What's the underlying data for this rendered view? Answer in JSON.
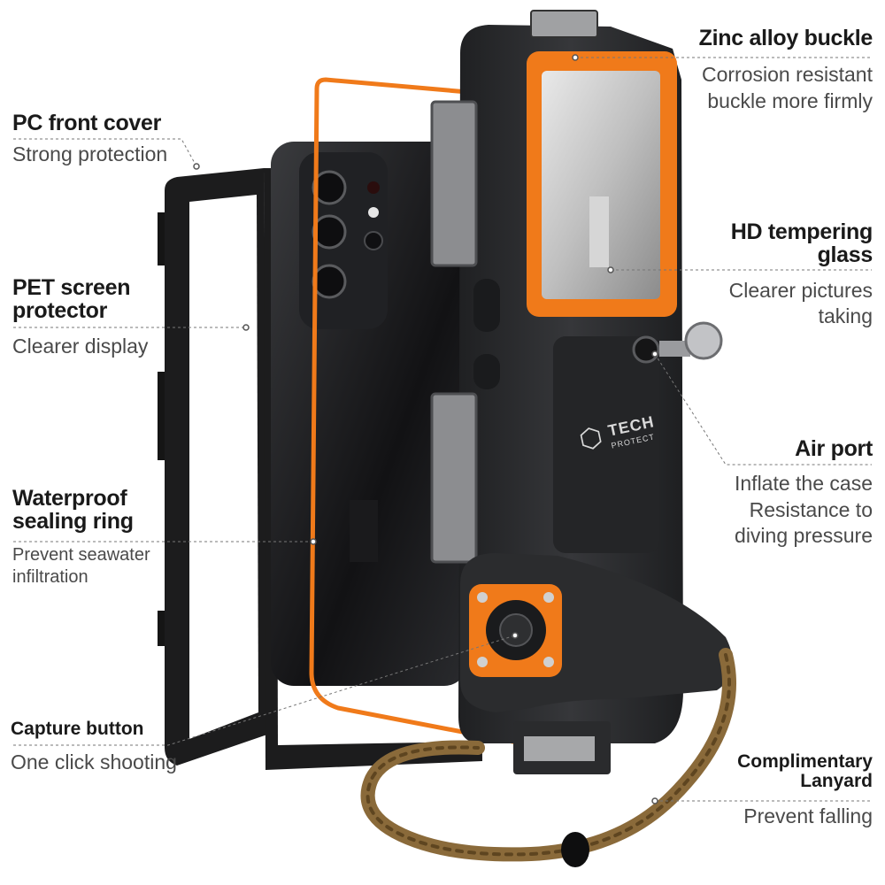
{
  "callouts": {
    "pc_front_cover": {
      "title": "PC front cover",
      "desc": "Strong protection"
    },
    "pet_screen_protector": {
      "title_line1": "PET screen",
      "title_line2": "protector",
      "desc": "Clearer display"
    },
    "waterproof_sealing_ring": {
      "title_line1": "Waterproof",
      "title_line2": "sealing ring",
      "desc_line1": "Prevent seawater",
      "desc_line2": "infiltration"
    },
    "capture_button": {
      "title": "Capture button",
      "desc": "One click shooting"
    },
    "zinc_alloy_buckle": {
      "title": "Zinc alloy buckle",
      "desc_line1": "Corrosion resistant",
      "desc_line2": "buckle more firmly"
    },
    "hd_tempering_glass": {
      "title_line1": "HD tempering",
      "title_line2": "glass",
      "desc_line1": "Clearer pictures",
      "desc_line2": "taking"
    },
    "air_port": {
      "title": "Air port",
      "desc_line1": "Inflate the case",
      "desc_line2": "Resistance to",
      "desc_line3": "diving pressure"
    },
    "complimentary_lanyard": {
      "title_line1": "Complimentary",
      "title_line2": "Lanyard",
      "desc": "Prevent falling"
    }
  },
  "brand": {
    "line1": "TECH",
    "line2": "PROTECT"
  },
  "colors": {
    "accent_orange": "#f07a1a",
    "case_body": "#2a2b2d",
    "lanyard": "#8a6a3a",
    "text": "#1a1a1a",
    "leader_line": "#777777"
  }
}
